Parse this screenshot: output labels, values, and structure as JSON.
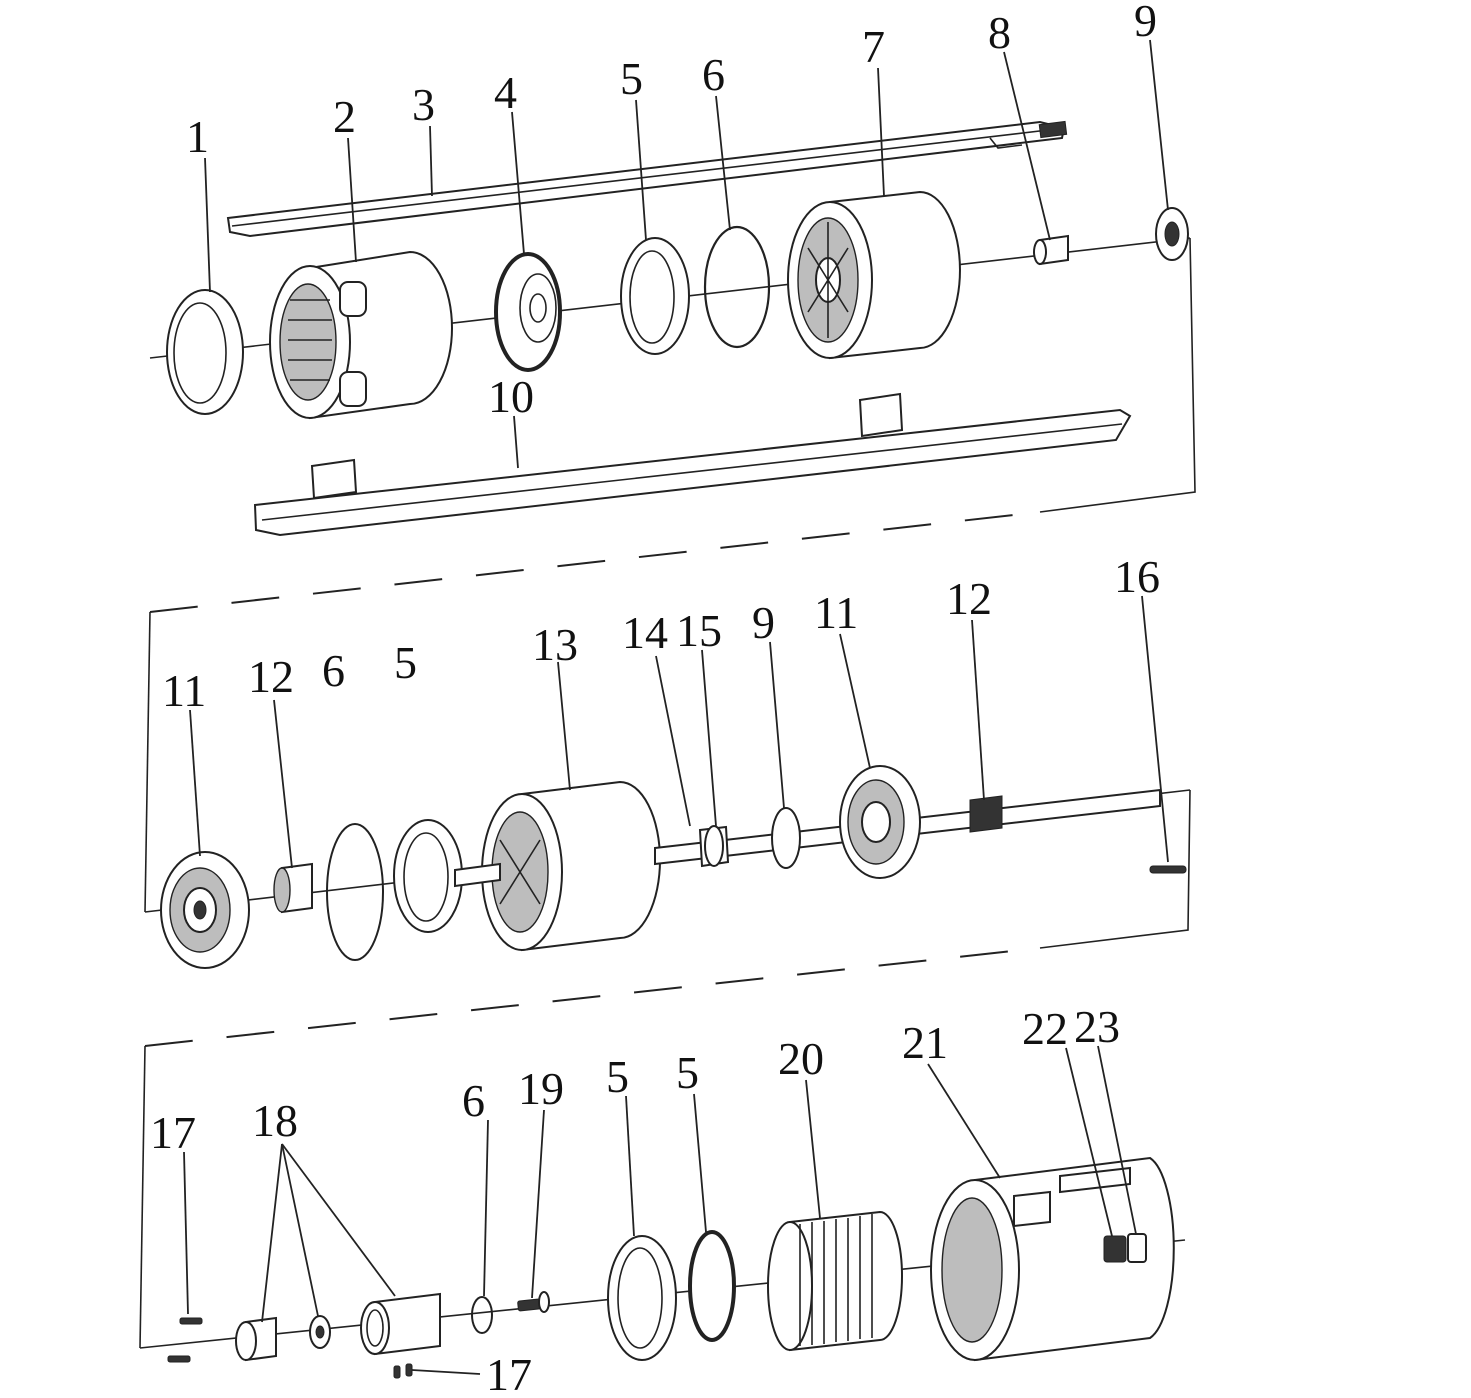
{
  "labels": {
    "top": [
      "1",
      "2",
      "3",
      "4",
      "5",
      "6",
      "7",
      "8",
      "9",
      "10"
    ],
    "middle": [
      "11",
      "12",
      "6",
      "5",
      "13",
      "14",
      "15",
      "9",
      "11",
      "12",
      "16"
    ],
    "bottom": [
      "17",
      "18",
      "6",
      "19",
      "5",
      "5",
      "20",
      "21",
      "22",
      "23",
      "17"
    ]
  }
}
